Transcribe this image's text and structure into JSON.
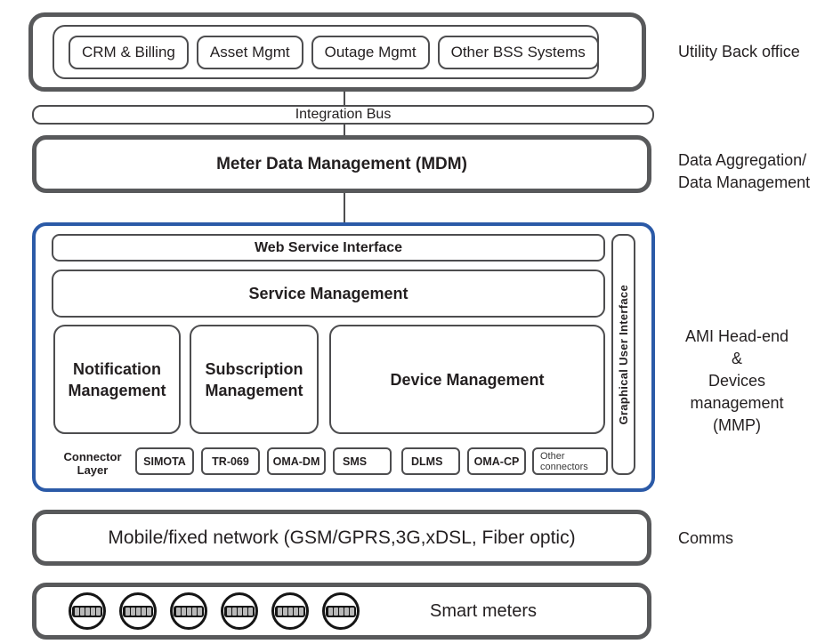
{
  "utility": {
    "systems": [
      "CRM & Billing",
      "Asset Mgmt",
      "Outage Mgmt",
      "Other BSS Systems"
    ],
    "side_label": "Utility Back office"
  },
  "integration_bus": {
    "label": "Integration Bus"
  },
  "mdm": {
    "label": "Meter Data Management (MDM)",
    "side_label_line1": "Data Aggregation/",
    "side_label_line2": "Data Management"
  },
  "headend": {
    "web_service_interface": "Web Service Interface",
    "service_management": "Service Management",
    "modules": [
      "Notification Management",
      "Subscription Management",
      "Device Management"
    ],
    "gui_label": "Graphical User Interface",
    "connector_layer_label": "Connector Layer",
    "connectors": [
      "SIMOTA",
      "TR-069",
      "OMA-DM",
      "SMS",
      "DLMS",
      "OMA-CP",
      "Other connectors"
    ],
    "side_label_lines": [
      "AMI Head-end",
      "&",
      "Devices",
      "management",
      "(MMP)"
    ]
  },
  "comms": {
    "label": "Mobile/fixed network (GSM/GPRS,3G,xDSL, Fiber optic)",
    "side_label": "Comms"
  },
  "smart_meters": {
    "label": "Smart meters",
    "meter_count": 6
  },
  "colors": {
    "box_border_dark": "#58595b",
    "box_border_thin": "#4d4d4f",
    "accent_blue": "#2b5aa7",
    "text": "#231f20",
    "meter_black": "#151515"
  }
}
